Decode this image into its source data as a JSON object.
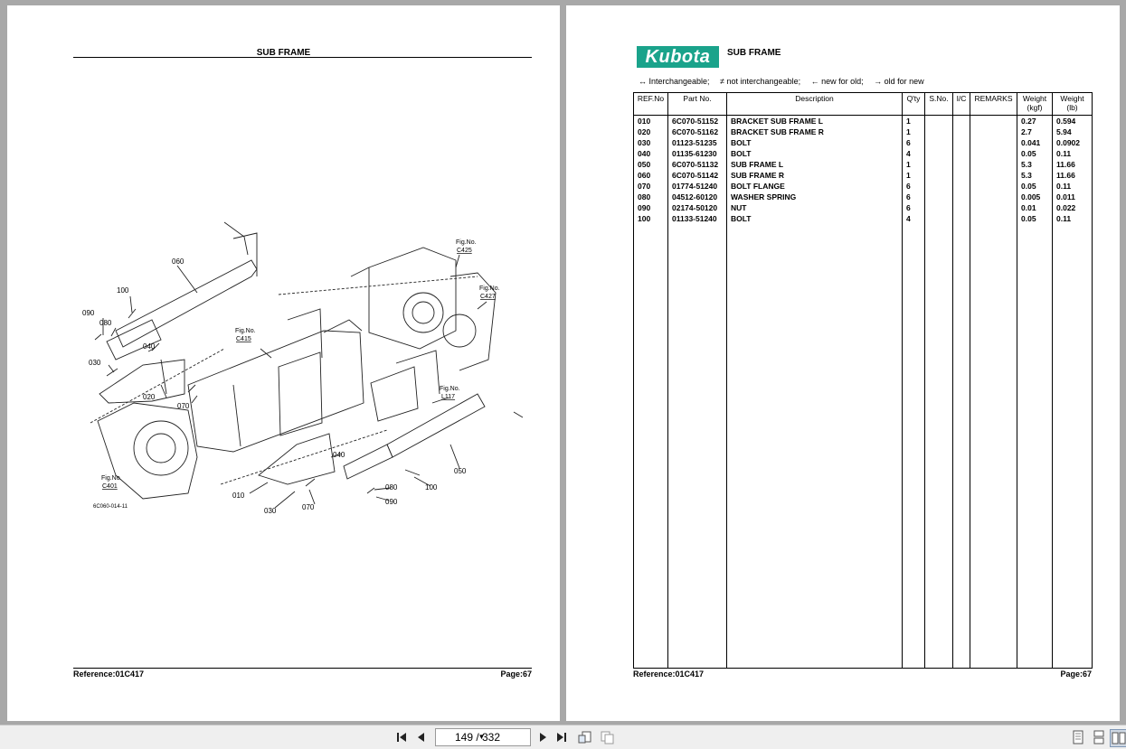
{
  "left_page": {
    "title": "SUB FRAME",
    "footer_reference": "Reference:01C417",
    "footer_page": "Page:67",
    "diagram": {
      "code": "6C060-014-11",
      "callouts": [
        "060",
        "100",
        "090",
        "080",
        "040",
        "030",
        "020",
        "070",
        "010",
        "030",
        "070",
        "040",
        "080",
        "090",
        "100",
        "050"
      ],
      "fig_refs": [
        {
          "no": "Fig.No.",
          "id": "C425"
        },
        {
          "no": "Fig.No.",
          "id": "C427"
        },
        {
          "no": "Fig.No.",
          "id": "C415"
        },
        {
          "no": "Fig.No.",
          "id": "L117"
        },
        {
          "no": "Fig.No.",
          "id": "C401"
        }
      ]
    }
  },
  "right_page": {
    "brand": "Kubota",
    "title": "SUB FRAME",
    "legend": [
      "↔ Interchangeable;",
      "≠ not interchangeable;",
      "← new for old;",
      "→ old for new"
    ],
    "columns": [
      "REF.No",
      "Part No.",
      "Description",
      "Q'ty",
      "S.No.",
      "I/C",
      "REMARKS",
      "Weight (kgf)",
      "Weight (lb)"
    ],
    "rows": [
      [
        "010",
        "6C070-51152",
        "BRACKET SUB FRAME L",
        "1",
        "",
        "",
        "",
        "0.27",
        "0.594"
      ],
      [
        "020",
        "6C070-51162",
        "BRACKET SUB FRAME R",
        "1",
        "",
        "",
        "",
        "2.7",
        "5.94"
      ],
      [
        "030",
        "01123-51235",
        "BOLT",
        "6",
        "",
        "",
        "",
        "0.041",
        "0.0902"
      ],
      [
        "040",
        "01135-61230",
        "BOLT",
        "4",
        "",
        "",
        "",
        "0.05",
        "0.11"
      ],
      [
        "050",
        "6C070-51132",
        "SUB FRAME L",
        "1",
        "",
        "",
        "",
        "5.3",
        "11.66"
      ],
      [
        "060",
        "6C070-51142",
        "SUB FRAME R",
        "1",
        "",
        "",
        "",
        "5.3",
        "11.66"
      ],
      [
        "070",
        "01774-51240",
        "BOLT FLANGE",
        "6",
        "",
        "",
        "",
        "0.05",
        "0.11"
      ],
      [
        "080",
        "04512-60120",
        "WASHER SPRING",
        "6",
        "",
        "",
        "",
        "0.005",
        "0.011"
      ],
      [
        "090",
        "02174-50120",
        "NUT",
        "6",
        "",
        "",
        "",
        "0.01",
        "0.022"
      ],
      [
        "100",
        "01133-51240",
        "BOLT",
        "4",
        "",
        "",
        "",
        "0.05",
        "0.11"
      ]
    ],
    "footer_reference": "Reference:01C417",
    "footer_page": "Page:67"
  },
  "toolbar": {
    "page_indicator": "149 / 332",
    "icons": [
      "first-page-icon",
      "prev-page-icon",
      "next-page-icon",
      "last-page-icon",
      "rotate-icon",
      "copy-icon",
      "single-page-view-icon",
      "continuous-view-icon",
      "two-page-view-icon"
    ]
  }
}
